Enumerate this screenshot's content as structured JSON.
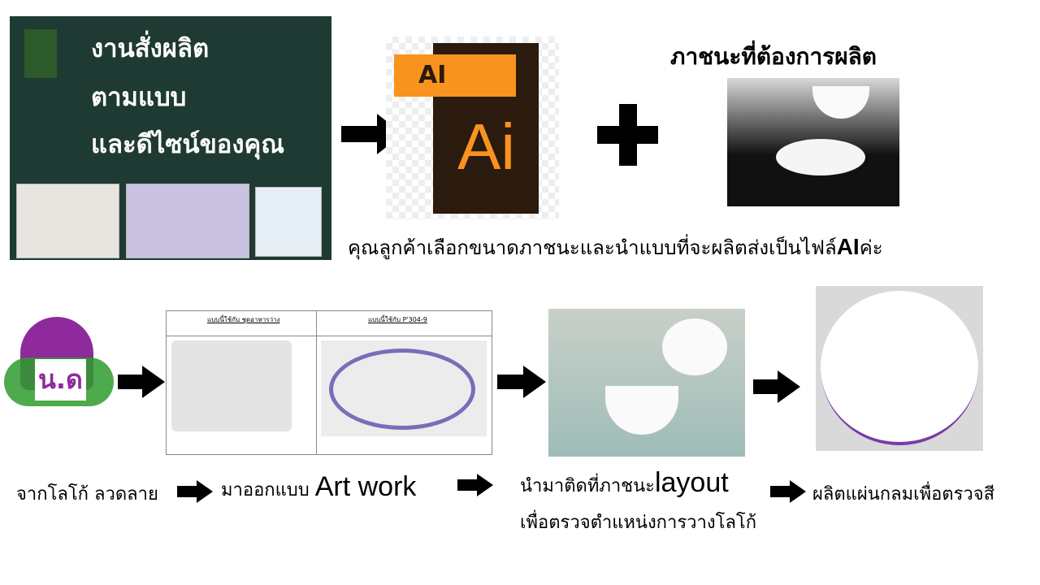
{
  "board": {
    "lines": [
      "งานสั่งผลิต",
      "ตามแบบ",
      "และดีไซน์ของคุณ"
    ]
  },
  "ai_icon": {
    "tab_label": "AI",
    "big_label": "Ai",
    "accent": "#f7931e",
    "dark": "#2b1a0e"
  },
  "tableware_heading": "ภาชนะที่ต้องการผลิต",
  "caption_top": {
    "text": "คุณลูกค้าเลือกขนาดภาชนะและนำแบบที่จะผลิตส่งเป็นไฟล์",
    "bold": "AI",
    "tail": "ค่ะ"
  },
  "artwork_doc": {
    "col1": "แบบนี้ใช้กับ ชุดอาหารว่าง",
    "col2": "แบบนี้ใช้กับ P'304-9"
  },
  "logo": {
    "text": "น.ด",
    "color": "#8e2a9c",
    "leaf": "#2e9b2e"
  },
  "steps": [
    {
      "label": "จากโลโก้ ลวดลาย"
    },
    {
      "label": "มาออกแบบ ",
      "big": "Art work"
    },
    {
      "label": "นำมาติดที่ภาชนะ",
      "big": "layout",
      "line2": "เพื่อตรวจตำแหน่งการวางโลโก้"
    },
    {
      "label": "ผลิตแผ่นกลมเพื่อตรวจสี"
    }
  ]
}
